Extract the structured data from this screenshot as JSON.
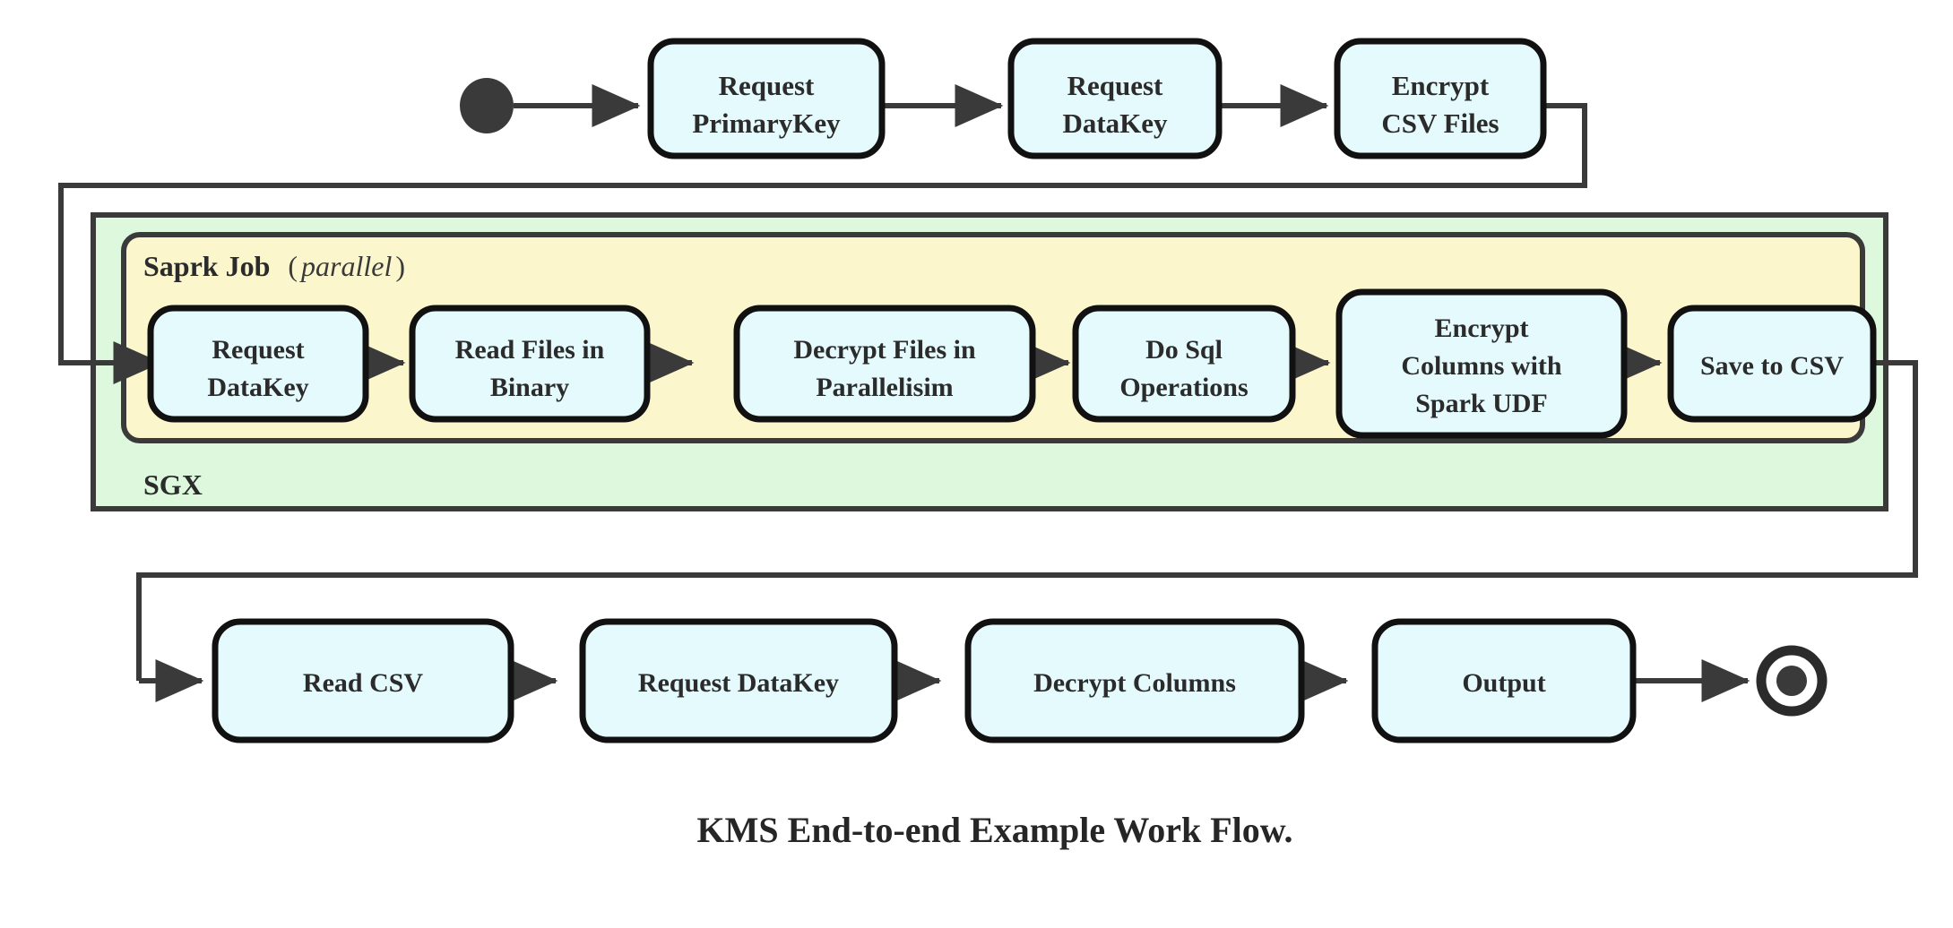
{
  "diagram": {
    "caption": "KMS End-to-end Example Work Flow.",
    "colors": {
      "node_fill": "#e4fafd",
      "node_stroke": "#111111",
      "sgx_fill": "#def8de",
      "sgx_stroke": "#3a3a3a",
      "spark_fill": "#fcf6cc",
      "spark_stroke": "#3a3a3a",
      "edge": "#3a3a3a",
      "text": "#2b2b2b",
      "background": "#ffffff"
    },
    "markers": {
      "start_label": "start-node",
      "end_label": "end-node"
    },
    "containers": [
      {
        "id": "sgx",
        "label": "SGX",
        "label_italic": "",
        "label_paren_open": "",
        "label_paren_close": ""
      },
      {
        "id": "spark-job",
        "label": "Saprk Job",
        "label_paren_open": "(",
        "label_italic": "parallel",
        "label_paren_close": ")"
      }
    ],
    "rows": {
      "top": [
        {
          "id": "request-primarykey",
          "lines": [
            "Request",
            "PrimaryKey"
          ]
        },
        {
          "id": "request-datakey-top",
          "lines": [
            "Request",
            "DataKey"
          ]
        },
        {
          "id": "encrypt-csv-files",
          "lines": [
            "Encrypt",
            "CSV Files"
          ]
        }
      ],
      "middle": [
        {
          "id": "request-datakey-spark",
          "lines": [
            "Request",
            "DataKey"
          ]
        },
        {
          "id": "read-files-in-binary",
          "lines": [
            "Read Files in",
            "Binary"
          ]
        },
        {
          "id": "decrypt-files-in-parallelisim",
          "lines": [
            "Decrypt Files in",
            "Parallelisim"
          ]
        },
        {
          "id": "do-sql-operations",
          "lines": [
            "Do Sql",
            "Operations"
          ]
        },
        {
          "id": "encrypt-columns-with-spark-udf",
          "lines": [
            "Encrypt",
            "Columns with",
            "Spark UDF"
          ]
        },
        {
          "id": "save-to-csv",
          "lines": [
            "Save to CSV"
          ]
        }
      ],
      "bottom": [
        {
          "id": "read-csv",
          "lines": [
            "Read CSV"
          ]
        },
        {
          "id": "request-datakey-bottom",
          "lines": [
            "Request DataKey"
          ]
        },
        {
          "id": "decrypt-columns",
          "lines": [
            "Decrypt Columns"
          ]
        },
        {
          "id": "output",
          "lines": [
            "Output"
          ]
        }
      ]
    }
  }
}
